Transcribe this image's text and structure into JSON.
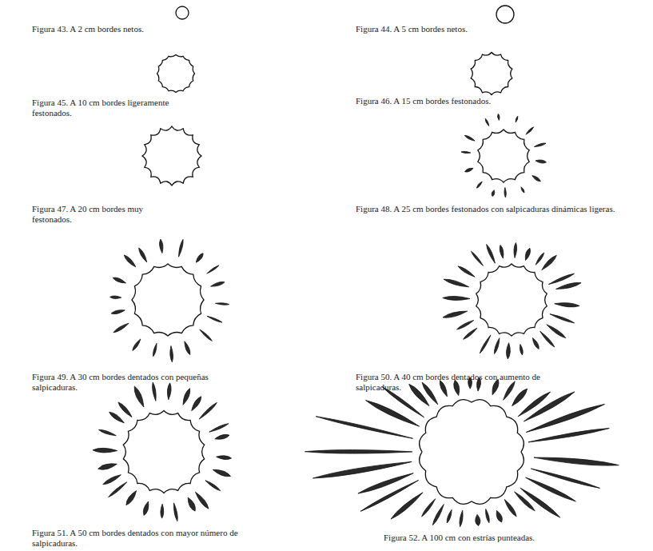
{
  "diagram": {
    "labels": [
      "Figura 43. A 2 cm bordes netos.",
      "Figura 44. A 5 cm bordes netos.",
      "Figura 45. A 10 cm bordes ligeramente festonados.",
      "Figura 46. A 15 cm bordes festonados.",
      "Figura 47. A 20 cm bordes muy festonados.",
      "Figura 48. A 25 cm bordes festonados con salpicaduras dinámicas ligeras.",
      "Figura 49. A 30 cm bordes dentados con pequeñas salpicaduras.",
      "Figura 50. A 40 cm bordes dentados con aumento de salpicaduras.",
      "Figura 51. A 50 cm bordes dentados con mayor número de salpicaduras.",
      "Figura 52. A 100 cm con estrías punteadas."
    ]
  }
}
